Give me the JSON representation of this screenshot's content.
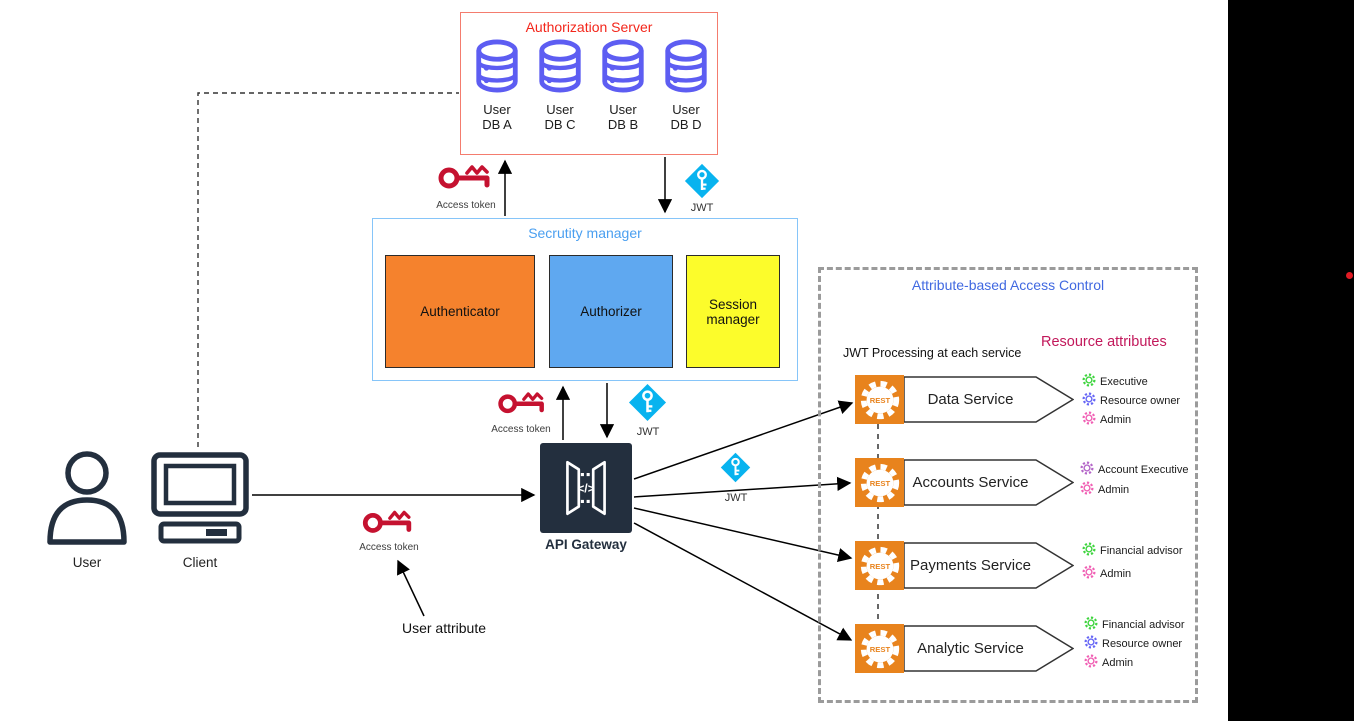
{
  "diagram": {
    "auth_server": {
      "title": "Authorization Server",
      "title_color": "#f3261b",
      "border_color": "#f47c6e",
      "db_icon_color": "#5d5df2",
      "databases": [
        {
          "label": "User\nDB A"
        },
        {
          "label": "User\nDB C"
        },
        {
          "label": "User\nDB B"
        },
        {
          "label": "User\nDB D"
        }
      ]
    },
    "security_manager": {
      "title": "Secrutity manager",
      "title_color": "#4a9ff0",
      "border_color": "#86c5f9",
      "components": [
        {
          "label": "Authenticator",
          "fill": "#f5822d"
        },
        {
          "label": "Authorizer",
          "fill": "#5fa8f0"
        },
        {
          "label": "Session\nmanager",
          "fill": "#fcfc2b"
        }
      ]
    },
    "api_gateway": {
      "label": "API Gateway",
      "fill": "#232f3e"
    },
    "actors": {
      "color": "#232f3e",
      "user_label": "User",
      "client_label": "Client"
    },
    "tokens": {
      "access_token_label": "Access token",
      "key_color": "#c51230",
      "jwt_label": "JWT",
      "jwt_color": "#08b3ef",
      "user_attribute_label": "User attribute"
    },
    "abac": {
      "title": "Attribute-based Access Control",
      "title_color": "#4169e1",
      "jwt_processing_label": "JWT Processing at each service",
      "resource_attributes_title": "Resource attributes",
      "resource_attributes_color": "#c2185b",
      "rest_icon": {
        "label": "REST",
        "fill": "#e8831d"
      },
      "services": [
        {
          "name": "Data Service",
          "attributes": [
            {
              "label": "Executive",
              "color": "#3ed43e"
            },
            {
              "label": "Resource owner",
              "color": "#6666f5"
            },
            {
              "label": "Admin",
              "color": "#f060b4"
            }
          ]
        },
        {
          "name": "Accounts Service",
          "attributes": [
            {
              "label": "Account Executive",
              "color": "#b466c8"
            },
            {
              "label": "Admin",
              "color": "#f060b4"
            }
          ]
        },
        {
          "name": "Payments Service",
          "attributes": [
            {
              "label": "Financial advisor",
              "color": "#3ed43e"
            },
            {
              "label": "Admin",
              "color": "#f060b4"
            }
          ]
        },
        {
          "name": "Analytic Service",
          "attributes": [
            {
              "label": "Financial advisor",
              "color": "#3ed43e"
            },
            {
              "label": "Resource owner",
              "color": "#6666f5"
            },
            {
              "label": "Admin",
              "color": "#f060b4"
            }
          ]
        }
      ]
    }
  }
}
